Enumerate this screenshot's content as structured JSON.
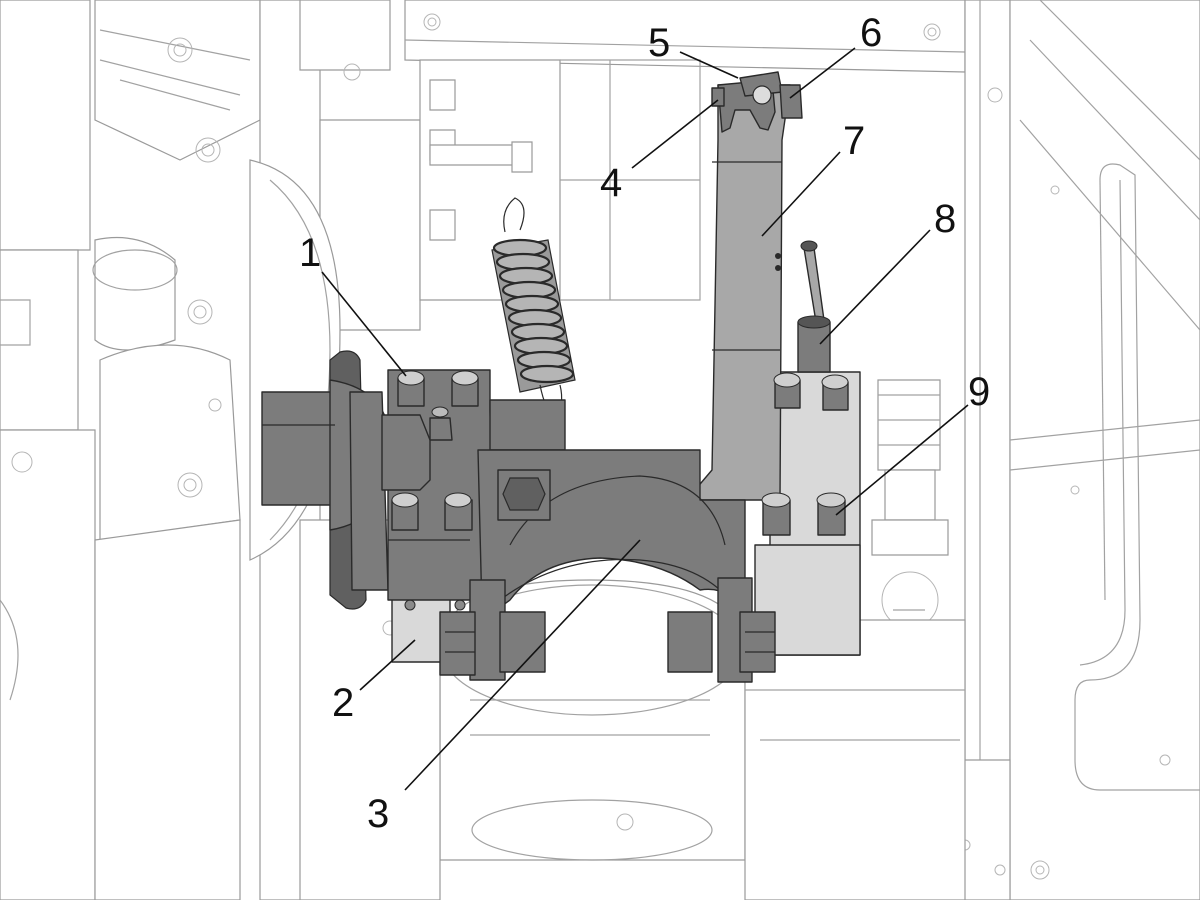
{
  "diagram": {
    "callouts": [
      {
        "id": "1",
        "label": "1"
      },
      {
        "id": "2",
        "label": "2"
      },
      {
        "id": "3",
        "label": "3"
      },
      {
        "id": "4",
        "label": "4"
      },
      {
        "id": "5",
        "label": "5"
      },
      {
        "id": "6",
        "label": "6"
      },
      {
        "id": "7",
        "label": "7"
      },
      {
        "id": "8",
        "label": "8"
      },
      {
        "id": "9",
        "label": "9"
      }
    ],
    "colors": {
      "highlight_dark": "#7c7c7c",
      "highlight_mid": "#a8a8a8",
      "highlight_light": "#d9d9d9",
      "outline": "#2a2a2a",
      "background_lines": "#a2a2a2"
    }
  }
}
